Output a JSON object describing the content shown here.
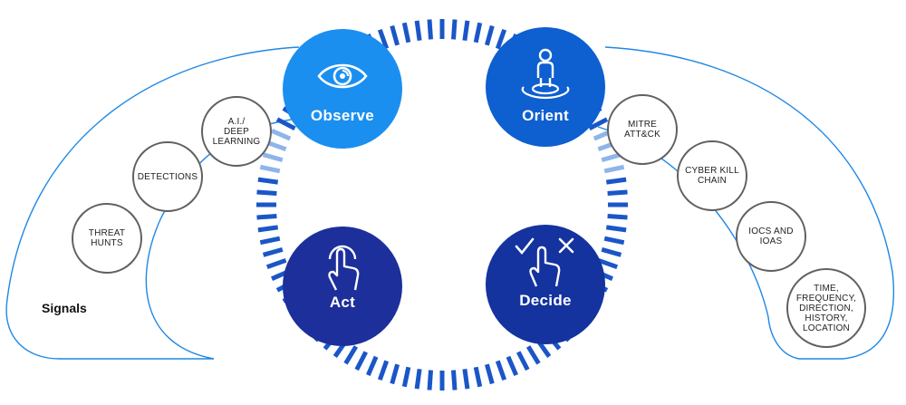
{
  "signals_label": "Signals",
  "phases": {
    "observe": {
      "label": "Observe",
      "color": "#1b8ff0",
      "icon": "eye-icon"
    },
    "orient": {
      "label": "Orient",
      "color": "#0e5fd0",
      "icon": "person-target-icon"
    },
    "act": {
      "label": "Act",
      "color": "#1c2f9a",
      "icon": "hand-tap-icon"
    },
    "decide": {
      "label": "Decide",
      "color": "#14339e",
      "icon": "hand-check-x-icon"
    }
  },
  "left_items": [
    {
      "label": "A.I./\nDEEP\nLEARNING"
    },
    {
      "label": "DETECTIONS"
    },
    {
      "label": "THREAT\nHUNTS"
    }
  ],
  "right_items": [
    {
      "label": "MITRE\nATT&CK"
    },
    {
      "label": "CYBER KILL\nCHAIN"
    },
    {
      "label": "IOCS AND\nIOAS"
    },
    {
      "label": "TIME,\nFREQUENCY,\nDIRECTION,\nHISTORY,\nLOCATION"
    }
  ],
  "colors": {
    "outline_blue": "#1e88e5",
    "ring_blue": "#1a56c8",
    "ring_light": "#8fb4ea",
    "circle_border": "#606060"
  }
}
